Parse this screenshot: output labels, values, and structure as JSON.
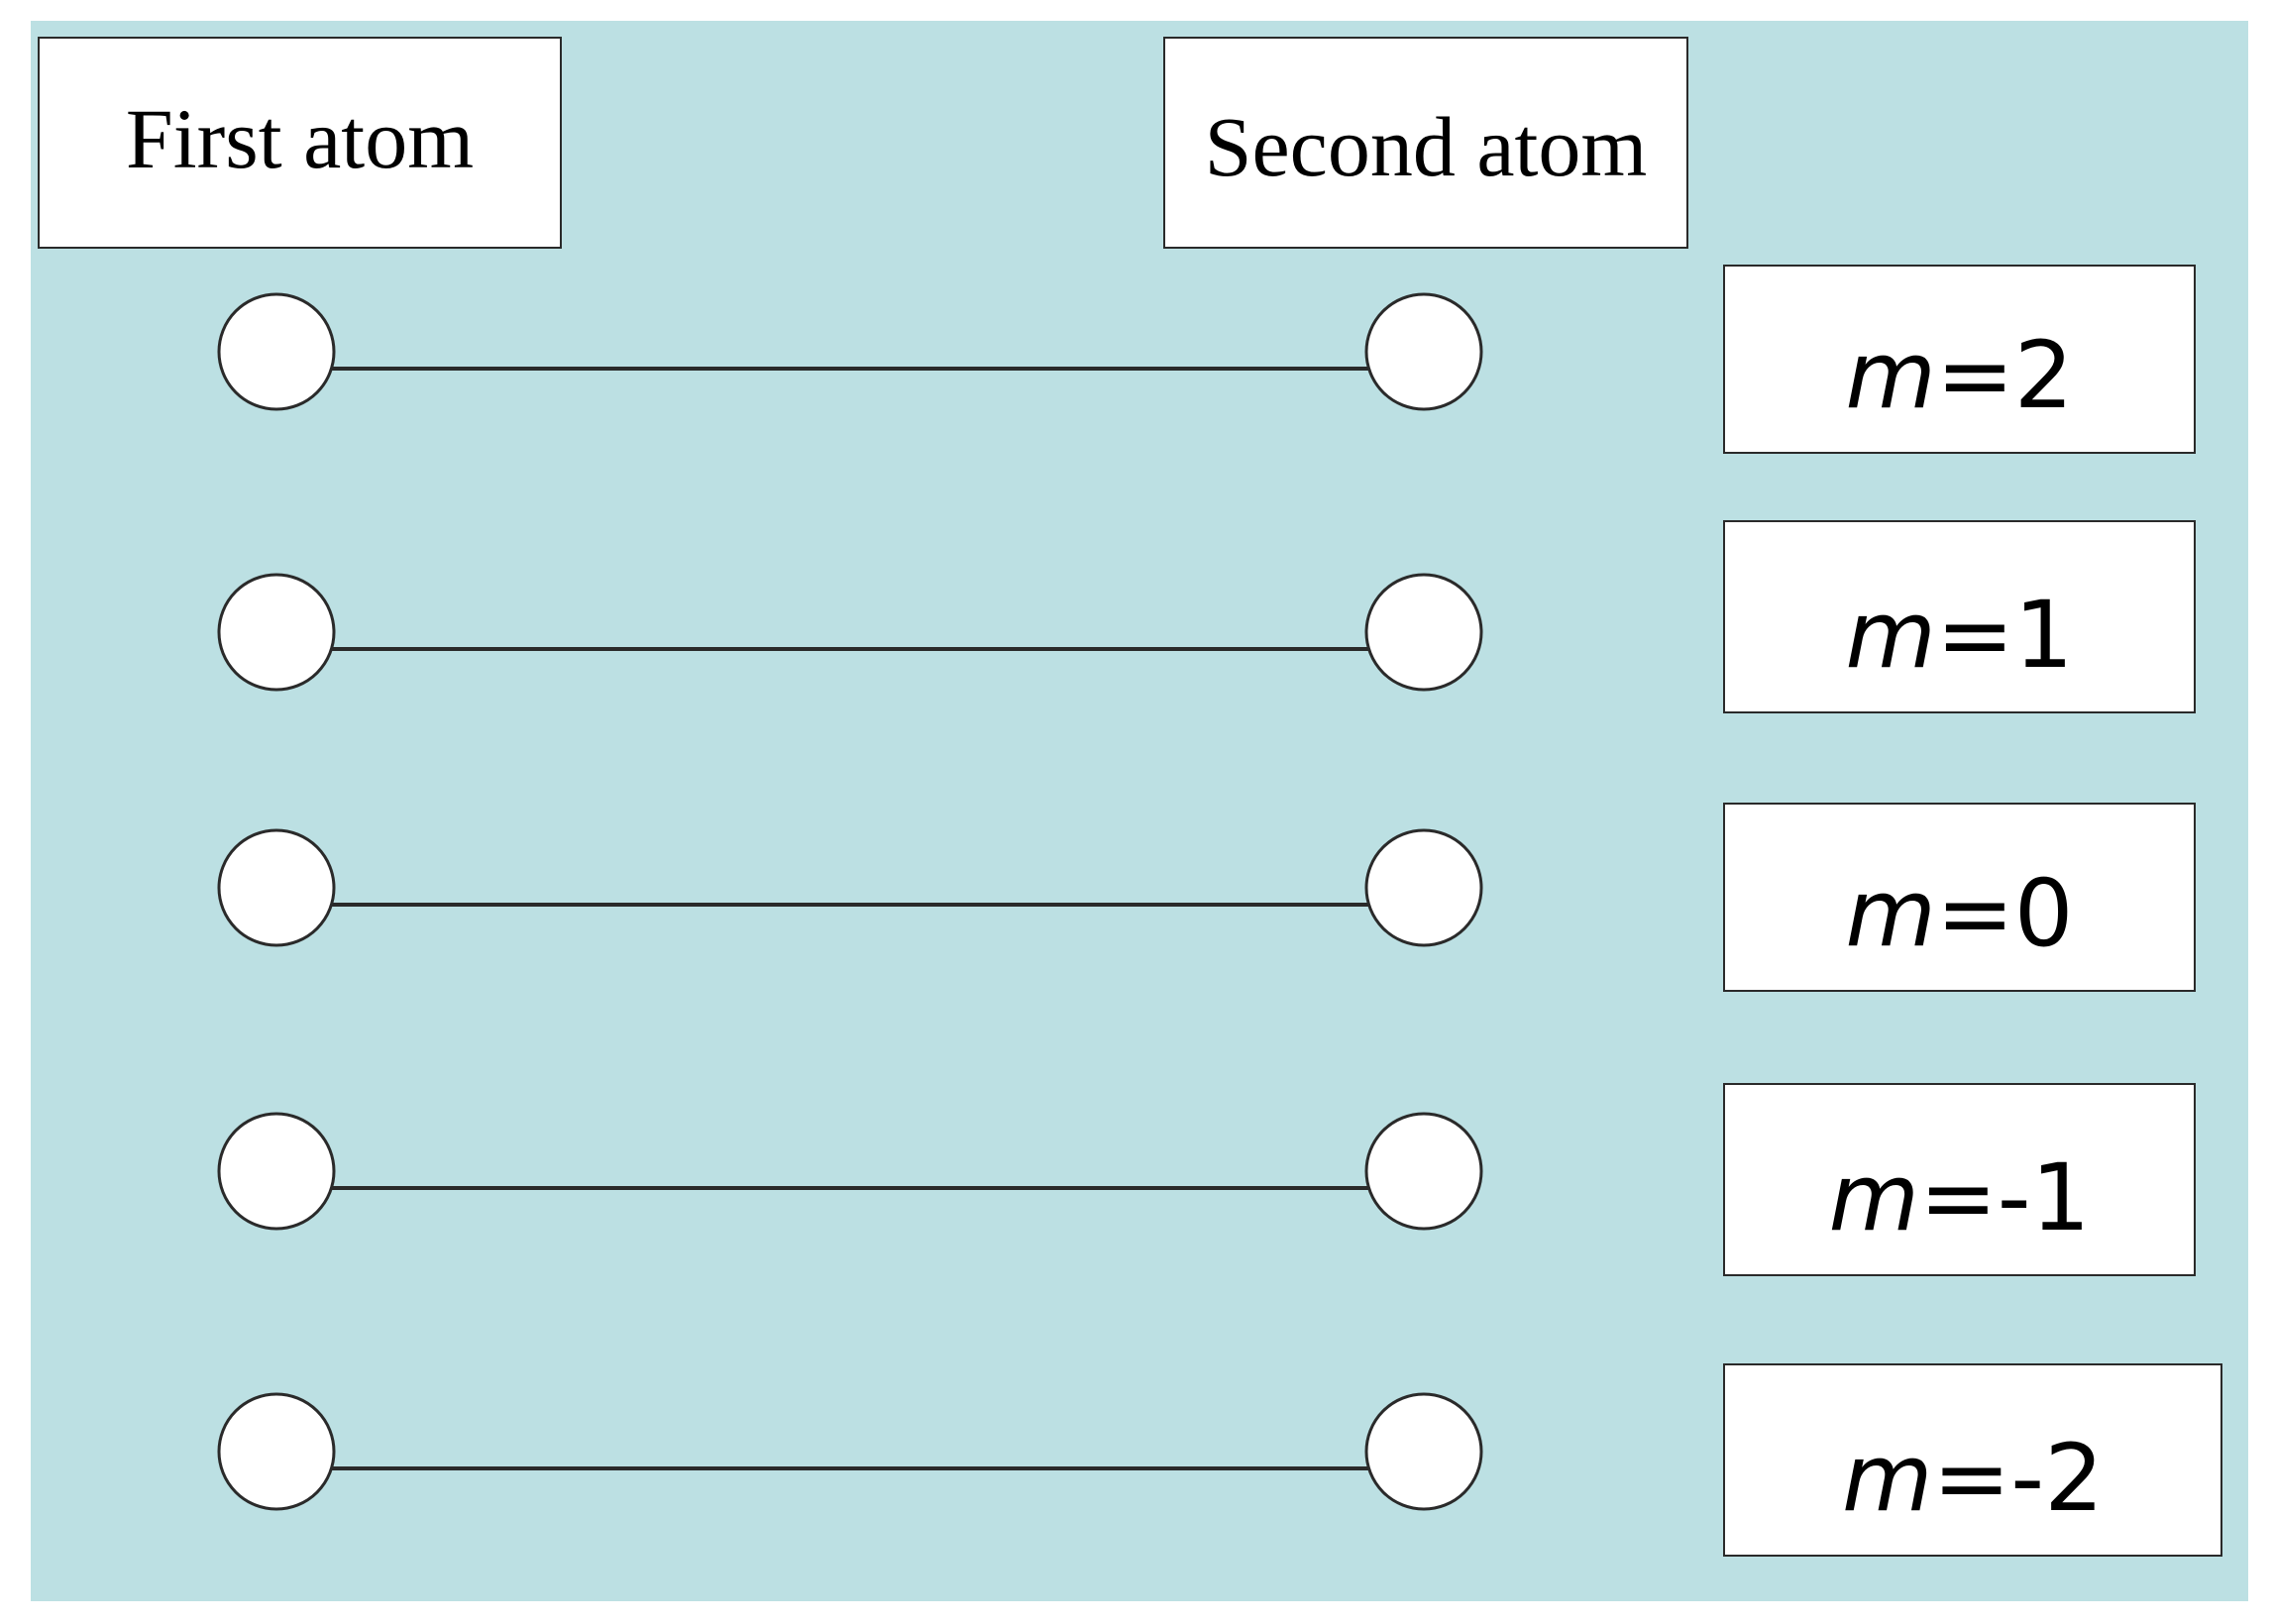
{
  "headers": {
    "first": "First atom",
    "second": "Second atom"
  },
  "rows": [
    {
      "variable": "m",
      "equals": "=2"
    },
    {
      "variable": "m",
      "equals": "=1"
    },
    {
      "variable": "m",
      "equals": "=0"
    },
    {
      "variable": "m",
      "equals": "=-1"
    },
    {
      "variable": "m",
      "equals": "=-2"
    }
  ],
  "colors": {
    "panel_background": "#bce0e3",
    "box_fill": "#ffffff",
    "stroke": "#2a2a2a"
  }
}
